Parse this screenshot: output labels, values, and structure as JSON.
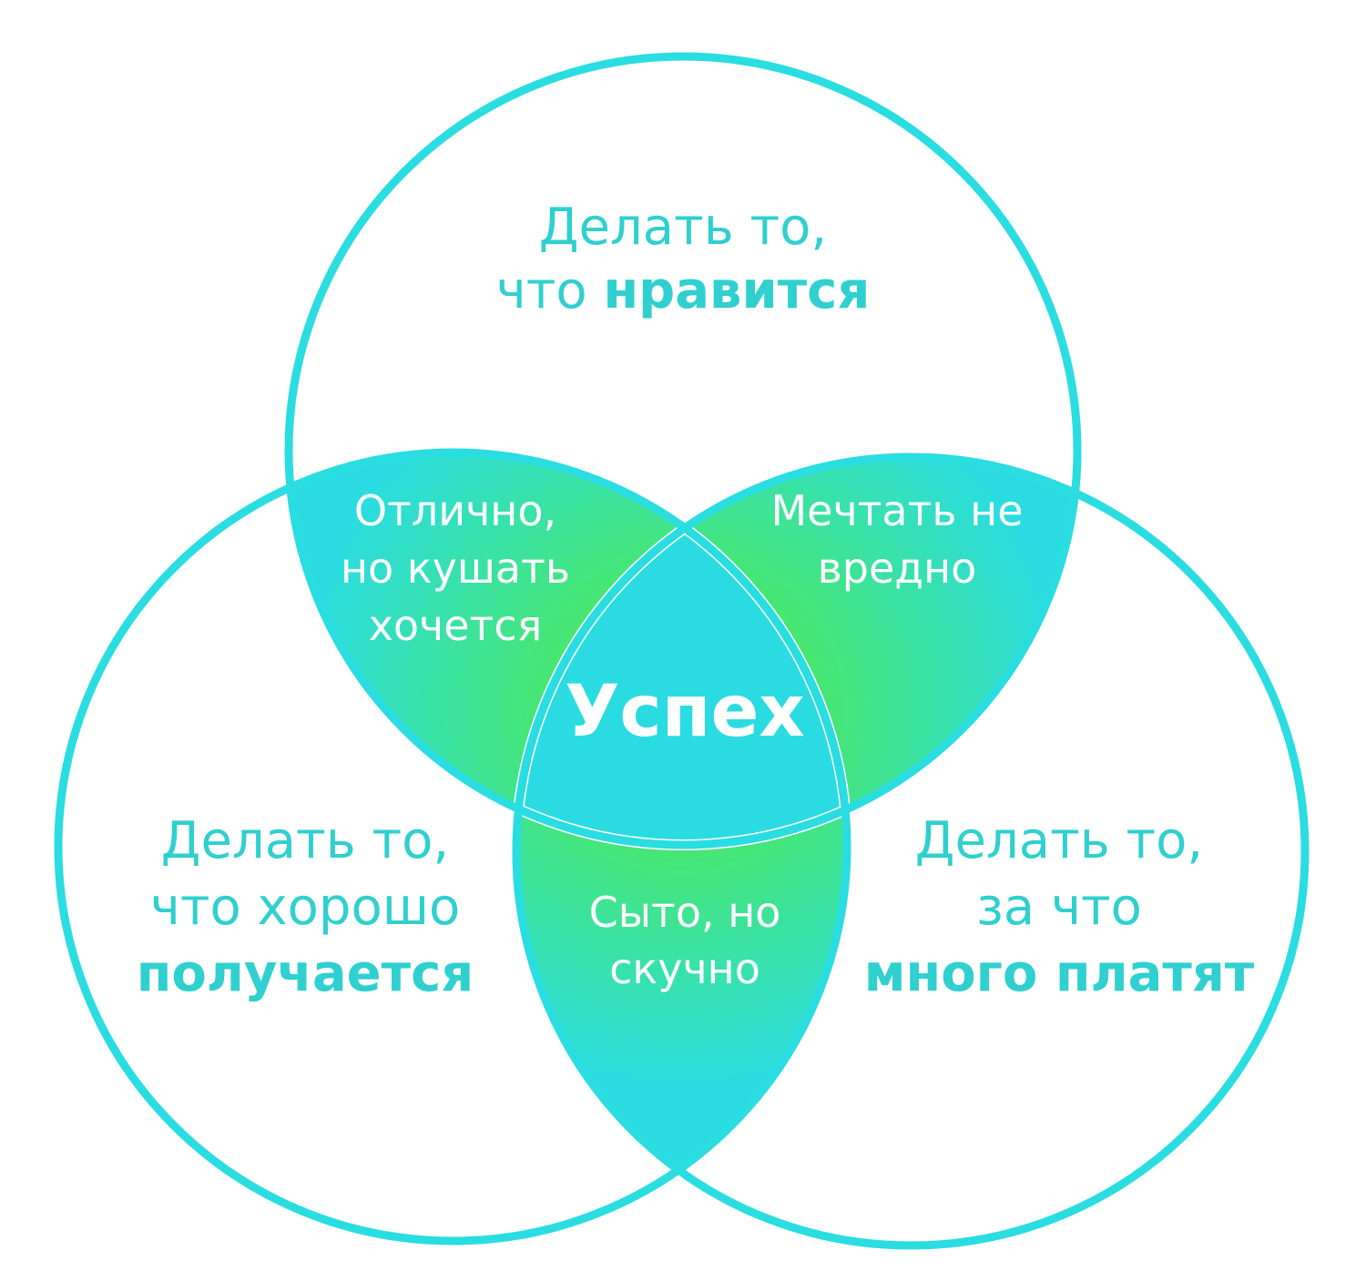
{
  "colors": {
    "circle_stroke": "#29dde1",
    "pair_intersection_fill": "#2adce2",
    "pair_intersection_glow": "#4de95a",
    "center_fill": "#2adce2",
    "center_outline": "#ffffff",
    "outer_text": "#2fd0cf",
    "inner_text": "#ffffff"
  },
  "sets": {
    "top": {
      "line1": "Делать то,",
      "line2_regular": "что ",
      "line2_bold": "нравится"
    },
    "left": {
      "line1": "Делать то,",
      "line2": "что хорошо",
      "line3_bold": "получается"
    },
    "right": {
      "line1": "Делать то,",
      "line2": "за что",
      "line3_bold": "много платят"
    }
  },
  "intersections": {
    "top_left": [
      "Отлично,",
      "но кушать",
      "хочется"
    ],
    "top_right": [
      "Мечтать не",
      "вредно"
    ],
    "left_right": [
      "Сыто, но",
      "скучно"
    ],
    "center": "Успех"
  }
}
